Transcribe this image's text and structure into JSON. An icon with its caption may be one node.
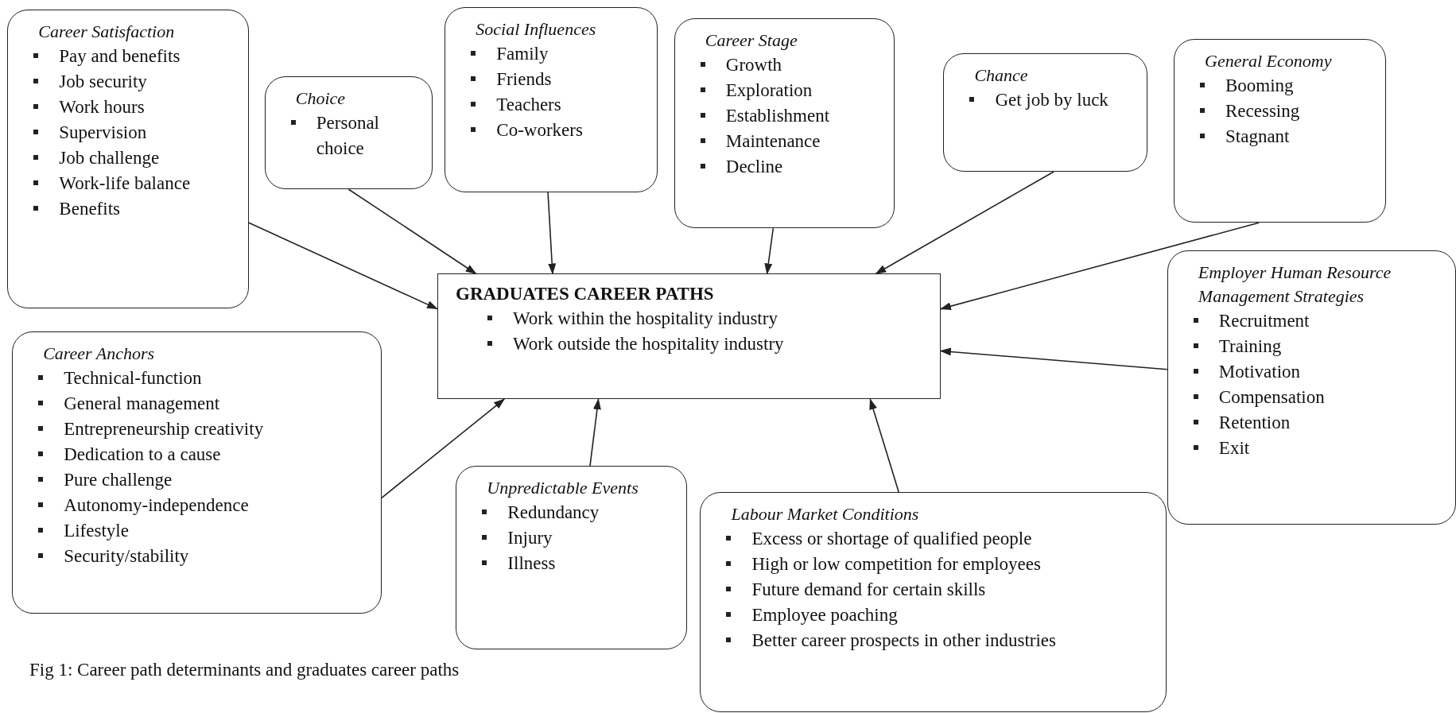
{
  "diagram": {
    "caption": "Fig 1: Career path determinants and graduates career paths",
    "nodes": [
      {
        "text": [
          "Career Satisfaction",
          "Pay and benefits",
          "Job security",
          "Work hours",
          "Supervision",
          "Job challenge",
          "Work-life balance",
          "Benefits"
        ]
      },
      {
        "text": [
          "Choice",
          "Personal choice"
        ]
      },
      {
        "text": [
          "Social Influences",
          "Family",
          "Friends",
          "Teachers",
          "Co-workers"
        ]
      },
      {
        "text": [
          "Career Stage",
          "Growth",
          "Exploration",
          "Establishment",
          "Maintenance",
          "Decline"
        ]
      },
      {
        "text": [
          "Chance",
          "Get job by luck"
        ]
      },
      {
        "text": [
          "General Economy",
          "Booming",
          "Recessing",
          "Stagnant"
        ]
      },
      {
        "text": [
          "GRADUATES CAREER PATHS",
          "Work within the hospitality industry",
          "Work outside the hospitality industry"
        ]
      },
      {
        "text": [
          "Employer Human Resource Management Strategies",
          "Recruitment",
          "Training",
          "Motivation",
          "Compensation",
          "Retention",
          "Exit"
        ]
      },
      {
        "text": [
          "Career Anchors",
          "Technical-function",
          "General management",
          "Entrepreneurship creativity",
          "Dedication to a cause",
          "Pure challenge",
          "Autonomy-independence",
          "Lifestyle",
          "Security/stability"
        ]
      },
      {
        "text": [
          "Unpredictable Events",
          "Redundancy",
          "Injury",
          "Illness"
        ]
      },
      {
        "text": [
          "Labour Market Conditions",
          "Excess or shortage of qualified people",
          "High or low competition for employees",
          "Future demand for certain skills",
          "Employee poaching",
          "Better career prospects in other industries"
        ]
      }
    ],
    "edges": [
      {
        "from": 0,
        "to": 6,
        "arrow": "to"
      },
      {
        "from": 1,
        "to": 6,
        "arrow": "to"
      },
      {
        "from": 2,
        "to": 6,
        "arrow": "to"
      },
      {
        "from": 3,
        "to": 6,
        "arrow": "to"
      },
      {
        "from": 4,
        "to": 6,
        "arrow": "to"
      },
      {
        "from": 5,
        "to": 6,
        "arrow": "to"
      },
      {
        "from": 7,
        "to": 6,
        "arrow": "to"
      },
      {
        "from": 8,
        "to": 6,
        "arrow": "to"
      },
      {
        "from": 9,
        "to": 6,
        "arrow": "to"
      },
      {
        "from": 10,
        "to": 6,
        "arrow": "to"
      }
    ]
  }
}
